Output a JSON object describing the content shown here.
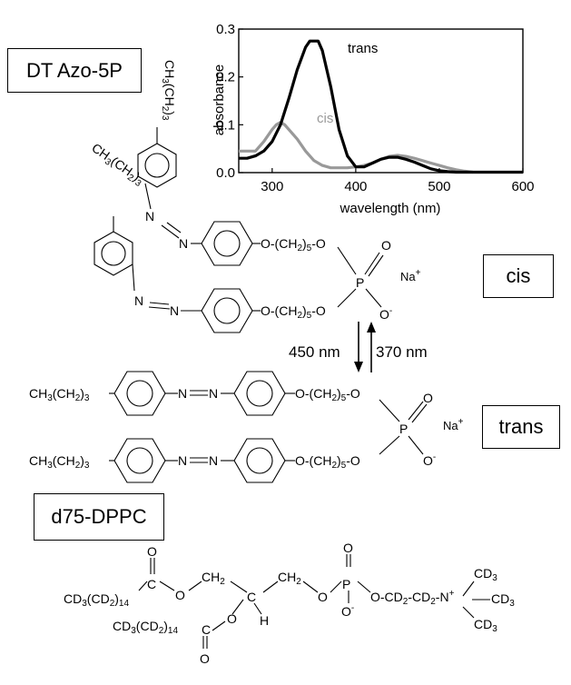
{
  "labels": {
    "compound": "DT Azo-5P",
    "lipid": "d75-DPPC",
    "cis_box": "cis",
    "trans_box": "trans",
    "forward_wavelength": "370 nm",
    "reverse_wavelength": "450 nm"
  },
  "chemistry": {
    "butyl_trans": "CH3(CH2)3",
    "butyl_cis": "CH3(CH2)3",
    "azo_n": "N",
    "linker": "O-(CH2)5-O",
    "phosphorus": "P",
    "oxygen": "O",
    "o_minus": "O-",
    "sodium": "Na+",
    "dppc_chain": "CD3(CD2)14",
    "dppc_ch2": "CH2",
    "dppc_c": "C",
    "dppc_h": "H",
    "dppc_head": "O-CD2-CD2-N+",
    "cd3": "CD3"
  },
  "chart_data": {
    "type": "line",
    "xlabel": "wavelength (nm)",
    "ylabel": "absorbance",
    "xlim": [
      260,
      600
    ],
    "ylim": [
      0,
      0.3
    ],
    "xticks": [
      300,
      400,
      500,
      600
    ],
    "yticks": [
      0.0,
      0.1,
      0.2,
      0.3
    ],
    "grid": false,
    "series": [
      {
        "name": "trans",
        "color": "#000000",
        "x": [
          260,
          270,
          280,
          290,
          300,
          310,
          320,
          330,
          340,
          345,
          350,
          355,
          360,
          370,
          380,
          390,
          400,
          410,
          420,
          430,
          440,
          450,
          460,
          470,
          480,
          490,
          500,
          510,
          520,
          540,
          560,
          580,
          600
        ],
        "y": [
          0.03,
          0.03,
          0.035,
          0.045,
          0.065,
          0.1,
          0.155,
          0.215,
          0.262,
          0.275,
          0.275,
          0.275,
          0.255,
          0.18,
          0.09,
          0.035,
          0.012,
          0.012,
          0.02,
          0.028,
          0.032,
          0.032,
          0.028,
          0.022,
          0.015,
          0.008,
          0.004,
          0.002,
          0.001,
          0.001,
          0.001,
          0.001,
          0.001
        ]
      },
      {
        "name": "cis",
        "color": "#999999",
        "x": [
          260,
          270,
          280,
          290,
          300,
          305,
          310,
          315,
          320,
          330,
          340,
          350,
          360,
          370,
          380,
          390,
          400,
          410,
          420,
          430,
          440,
          450,
          460,
          470,
          480,
          490,
          500,
          510,
          520,
          530,
          540
        ],
        "y": [
          0.045,
          0.045,
          0.045,
          0.065,
          0.09,
          0.1,
          0.105,
          0.1,
          0.09,
          0.07,
          0.045,
          0.025,
          0.015,
          0.01,
          0.01,
          0.01,
          0.012,
          0.015,
          0.02,
          0.028,
          0.034,
          0.036,
          0.034,
          0.03,
          0.025,
          0.02,
          0.015,
          0.01,
          0.006,
          0.003,
          0.001
        ]
      }
    ]
  }
}
